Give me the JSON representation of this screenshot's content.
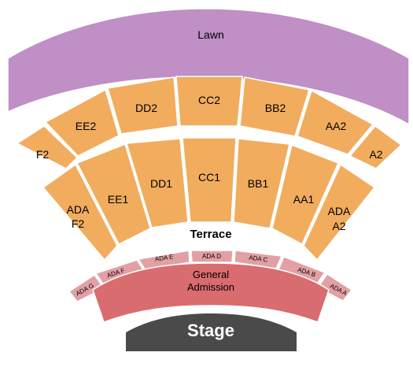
{
  "colors": {
    "lawn": "#bf8fc6",
    "reserved": "#f1ac5e",
    "ada": "#e2a0a4",
    "general_admission": "#d96c6f",
    "stage": "#4a4a4a"
  },
  "lawn": {
    "label": "Lawn"
  },
  "terrace": {
    "label": "Terrace"
  },
  "upper_sections": [
    "F2",
    "EE2",
    "DD2",
    "CC2",
    "BB2",
    "AA2",
    "A2"
  ],
  "lower_sections": {
    "left_ada_line1": "ADA",
    "left_ada_line2": "F2",
    "ee1": "EE1",
    "dd1": "DD1",
    "cc1": "CC1",
    "bb1": "BB1",
    "aa1": "AA1",
    "right_ada_line1": "ADA",
    "right_ada_line2": "A2"
  },
  "ada_sections": [
    "ADA G",
    "ADA F",
    "ADA E",
    "ADA D",
    "ADA C",
    "ADA B",
    "ADA A"
  ],
  "general_admission": {
    "line1": "General",
    "line2": "Admission"
  },
  "stage": {
    "label": "Stage"
  }
}
